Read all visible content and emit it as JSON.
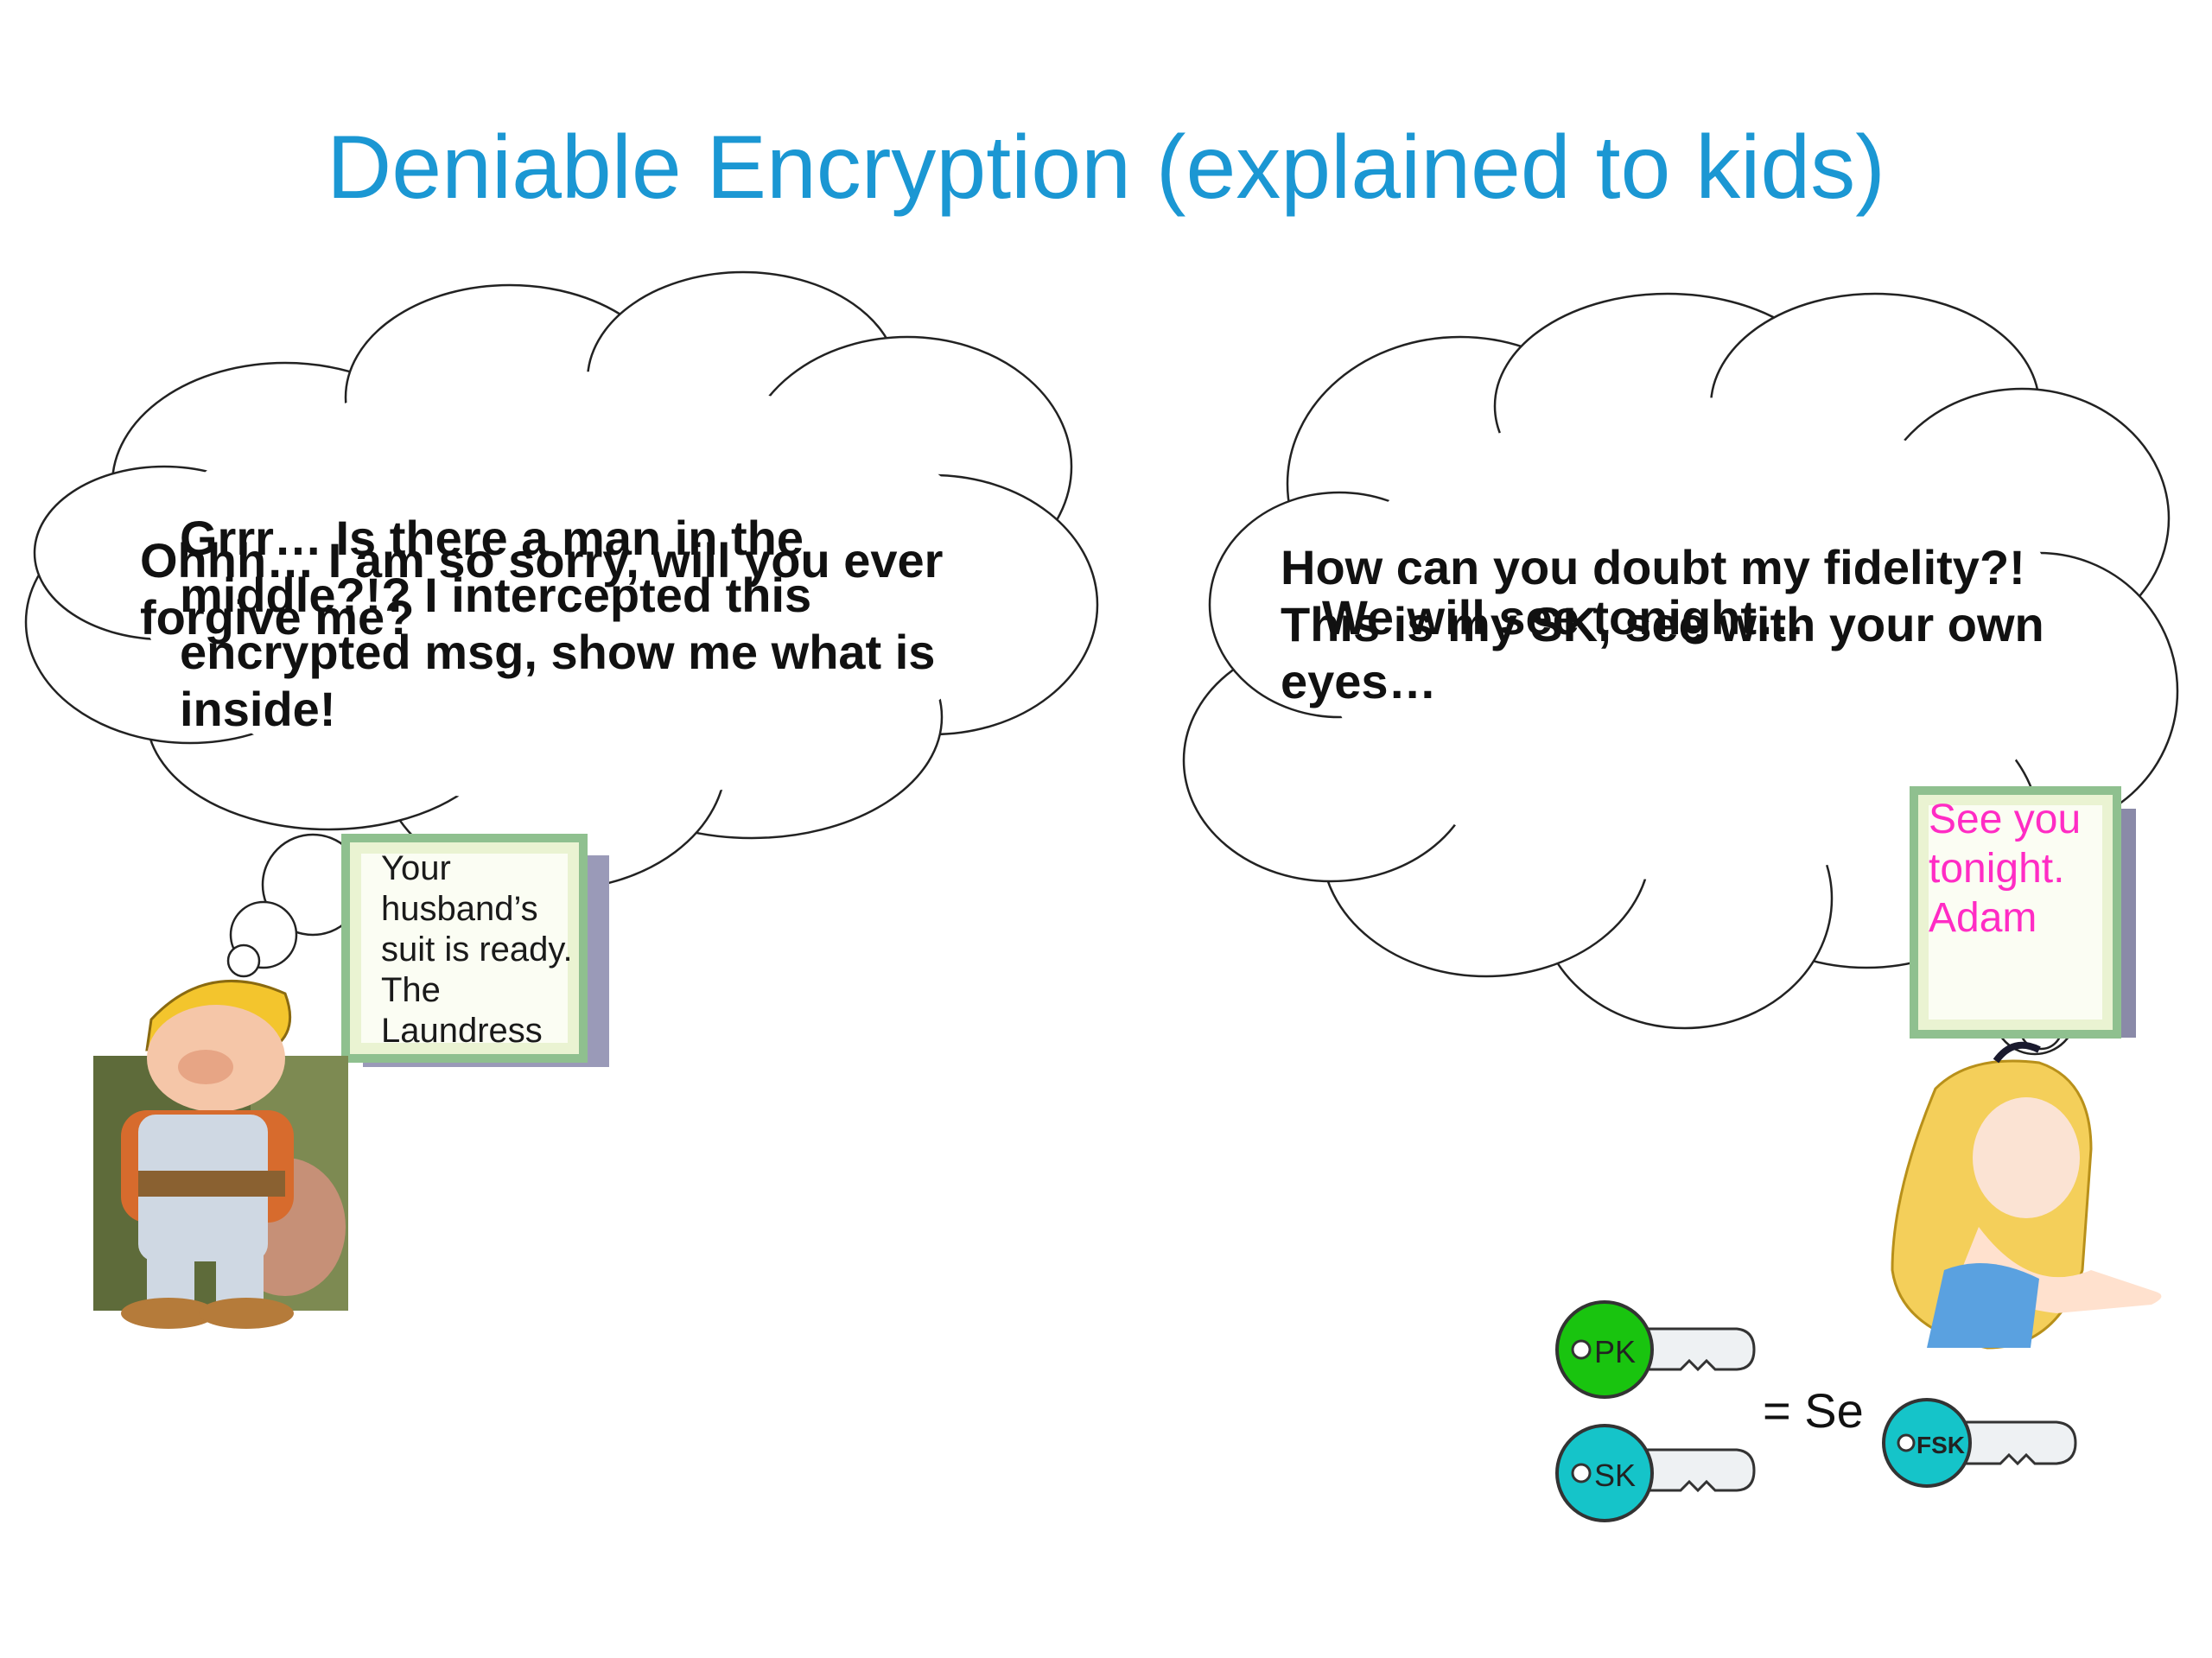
{
  "title": "Deniable Encryption (explained to kids)",
  "left_bubble": {
    "line_a": "Grrr… Is there a man in the middle?!? I intercepted this encrypted msg, show me what is inside!",
    "line_b": "Ohhh… I am so sorry, will you ever forgive me?"
  },
  "right_bubble": {
    "line_a": "How can you doubt my fidelity?! This is my SK, see with your own eyes…",
    "line_b": "We will see tonight…"
  },
  "note_left": {
    "text": "Your husband’s suit is ready. The Laundress"
  },
  "note_right": {
    "text": "See you tonight. Adam"
  },
  "keys": {
    "pk": "PK",
    "sk": "SK",
    "fsk": "FSK",
    "equals": "= Se"
  },
  "colors": {
    "title": "#1b97d3",
    "pk_key": "#19c40f",
    "sk_key": "#15c4c9",
    "note_pink": "#ff2cc4"
  }
}
